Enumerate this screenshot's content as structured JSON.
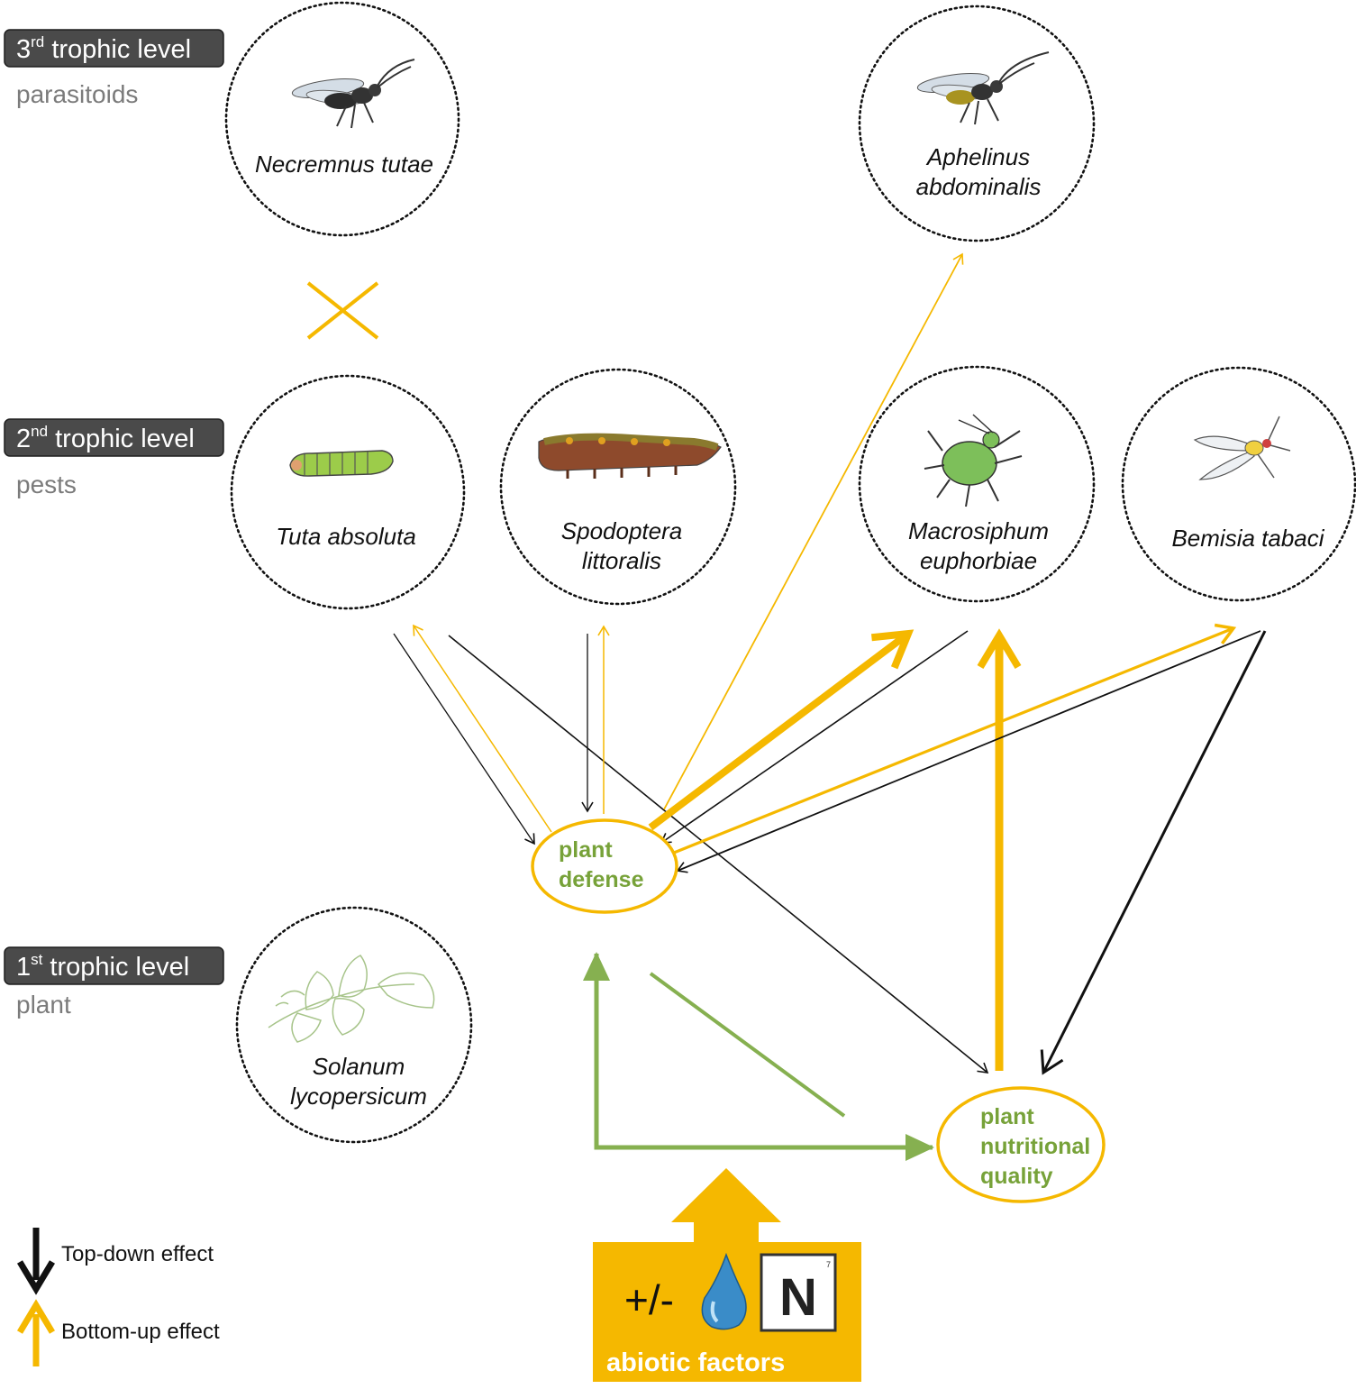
{
  "trophic_levels": [
    {
      "level_pre": "3",
      "level_sup": "rd",
      "level_post": " trophic level",
      "group": "parasitoids"
    },
    {
      "level_pre": "2",
      "level_sup": "nd",
      "level_post": " trophic level",
      "group": "pests"
    },
    {
      "level_pre": "1",
      "level_sup": "st",
      "level_post": " trophic level",
      "group": "plant"
    }
  ],
  "species": {
    "necremnus": [
      "Necremnus tutae"
    ],
    "aphelinus": [
      "Aphelinus",
      "abdominalis"
    ],
    "tuta": [
      "Tuta absoluta"
    ],
    "spodoptera": [
      "Spodoptera",
      "littoralis"
    ],
    "macrosiphum": [
      "Macrosiphum",
      "euphorbiae"
    ],
    "bemisia": [
      "Bemisia tabaci"
    ],
    "solanum": [
      "Solanum",
      "lycopersicum"
    ]
  },
  "nodes": {
    "plant_defense": [
      "plant",
      "defense"
    ],
    "plant_nutritional_quality": [
      "plant",
      "nutritional",
      "quality"
    ]
  },
  "abiotic": {
    "label": "abiotic factors",
    "sign": "+/-",
    "element": "N",
    "atomic_number": "7"
  },
  "legend": {
    "top_down": "Top-down effect",
    "bottom_up": "Bottom-up effect"
  },
  "colors": {
    "top_down": "#111111",
    "bottom_up": "#f5b800",
    "plant_link": "#86b050",
    "node_text": "#77a239",
    "level_box": "#4a4a4a"
  }
}
